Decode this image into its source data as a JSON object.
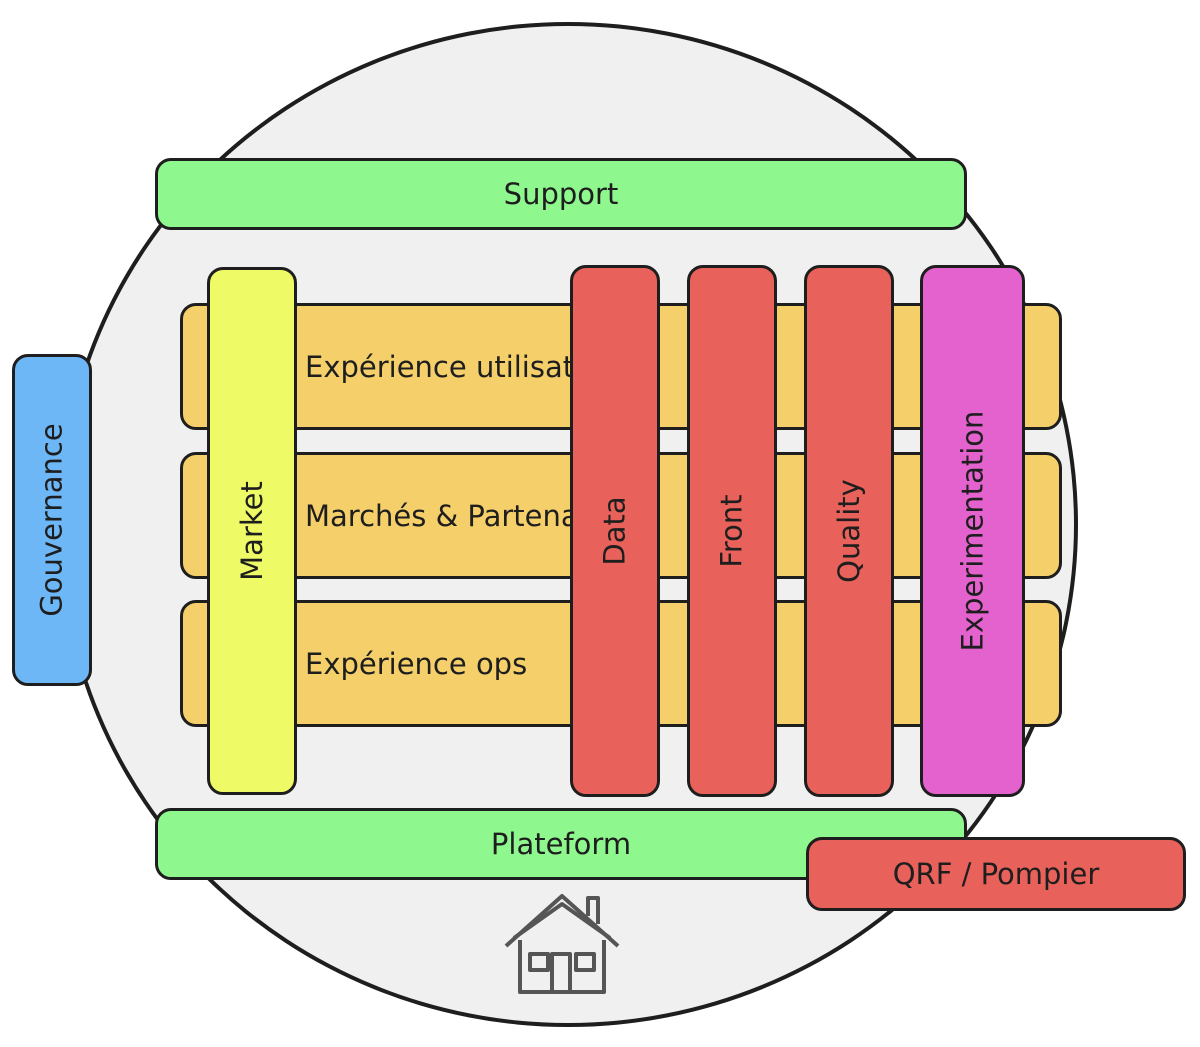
{
  "diagram": {
    "support": "Support",
    "plateform": "Plateform",
    "gouvernance": "Gouvernance",
    "qrf": "QRF / Pompier",
    "market": "Market",
    "rows": [
      {
        "label": "Expérience utilisateur"
      },
      {
        "label": "Marchés & Partenaires"
      },
      {
        "label": "Expérience ops"
      }
    ],
    "columns": [
      {
        "label": "Data"
      },
      {
        "label": "Front"
      },
      {
        "label": "Quality"
      },
      {
        "label": "Experimentation"
      }
    ],
    "icons": {
      "bottom": "house-icon"
    },
    "colors": {
      "green": "#8ef88f",
      "yellow": "#f5d06a",
      "market": "#eefb66",
      "red": "#e8615a",
      "pink": "#e462cd",
      "blue": "#6db7f6",
      "circle": "#f0f0f0"
    }
  }
}
